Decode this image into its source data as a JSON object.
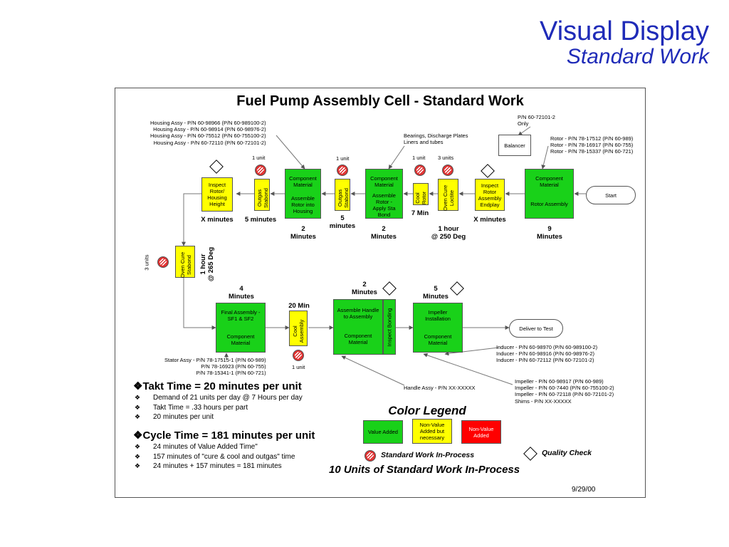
{
  "slide": {
    "title": "Visual Display",
    "subtitle": "Standard Work"
  },
  "diagram": {
    "title": "Fuel Pump Assembly Cell - Standard Work",
    "date": "9/29/00",
    "start": "Start",
    "deliver": "Deliver to Test",
    "balancer": "Balancer",
    "balancer_note": [
      "P/N 60-72101-2",
      "Only"
    ],
    "housing_parts": [
      "Housing Assy - P/N 60-98966 (P/N 60-989100-2)",
      "Housing Assy - P/N 60-98914 (P/N 60-98976-2)",
      "Housing Assy - P/N 60-75512 (P/N 60-755100-2)",
      "Housing Assy - P/N 60-72110 (P/N 60-72101-2)"
    ],
    "bearings_note": [
      "Bearings, Discharge Plates",
      "Liners and tubes"
    ],
    "rotor_parts": [
      "Rotor - P/N 78-17512 (P/N 60-989)",
      "Rotor - P/N 78-16917 (P/N 60-755)",
      "Rotor - P/N 78-15337 (P/N 60-721)"
    ],
    "stator_parts": [
      "Stator Assy - P/N 78-17515-1 (P/N 60-989)",
      "P/N 78-16923 (P/N 60-755)",
      "P/N 78-15341-1 (P/N 60-721)"
    ],
    "inducer_parts": [
      "Inducer - P/N 60-98970 (P/N 60-989100-2)",
      "Inducer - P/N 60-98916 (P/N 60-98976-2)",
      "Inducer - P/N 60-72112 (P/N 60-72101-2)"
    ],
    "impeller_parts": [
      "Impeller - P/N 60-98917 (P/N 60-989)",
      "Impeller - P/N 60-7440 (P/N 60-755100-2)",
      "Impeller - P/N 60-72118 (P/N 60-72101-2)",
      "Shims - P/N XX-XXXXX"
    ],
    "handle_note": "Handle Assy - P/N XX-XXXXX",
    "boxes": {
      "inspect_housing": [
        "Inspect",
        "Rotor/",
        "Housing",
        "Height"
      ],
      "outgas1": [
        "Outgas",
        "Stabond"
      ],
      "assemble_rotor_housing_top": [
        "Component",
        "Material"
      ],
      "assemble_rotor_housing_bottom": [
        "Assemble",
        "Rotor into",
        "Housing"
      ],
      "outgas2": [
        "Outgas",
        "Stabond"
      ],
      "apply_sta_top": [
        "Component",
        "Material"
      ],
      "apply_sta_bottom": [
        "Assemble",
        "Rotor -",
        "Apply Sta",
        "Bond"
      ],
      "cool_rotor": [
        "Cool",
        "Rotor"
      ],
      "oven_loctite": [
        "Oven Cure",
        "Loctite"
      ],
      "inspect_endplay": [
        "Inspect",
        "Rotor",
        "Assembly",
        "Endplay"
      ],
      "rotor_assembly_top": [
        "Component",
        "Material"
      ],
      "rotor_assembly_bottom": "Rotor Assembly",
      "oven_stabond": [
        "Oven Cure",
        "Stabond"
      ],
      "final_assembly_top": [
        "Final Assembly -",
        "SF1 & SF2"
      ],
      "final_assembly_bottom": [
        "Component",
        "Material"
      ],
      "cool_assembly": [
        "Cool",
        "Assembly"
      ],
      "handle_top": [
        "Assemble Handle",
        "to Assembly"
      ],
      "handle_bottom": [
        "Component",
        "Material"
      ],
      "inspect_bonding": "Inspect Bonding",
      "impeller_top": [
        "Impeller",
        "Installation"
      ],
      "impeller_bottom": [
        "Component",
        "Material"
      ]
    },
    "times": {
      "inspect_housing": "X minutes",
      "outgas1": "5 minutes",
      "assemble_housing": [
        "2",
        "Minutes"
      ],
      "outgas2": [
        "5",
        "minutes"
      ],
      "apply_sta": [
        "2",
        "Minutes"
      ],
      "cool_rotor": "7 Min",
      "oven_loctite": [
        "1 hour",
        "@ 250 Deg"
      ],
      "inspect_endplay": "X minutes",
      "rotor_assembly": [
        "9",
        "Minutes"
      ],
      "oven_stabond": [
        "1 hour",
        "@ 265 Deg"
      ],
      "final_assembly": [
        "4",
        "Minutes"
      ],
      "cool_assembly": "20 Min",
      "handle": [
        "2",
        "Minutes"
      ],
      "impeller": [
        "5",
        "Minutes"
      ]
    },
    "units": {
      "outgas1": "1 unit",
      "outgas2": "1 unit",
      "cool_rotor": "1 unit",
      "oven_loctite": "3 units",
      "oven_stabond": "3 units",
      "cool_assembly": "1 unit"
    }
  },
  "takt": {
    "heading": "Takt Time = 20 minutes per unit",
    "items": [
      "Demand of 21 units per day @ 7 Hours per day",
      "Takt Time = .33 hours per part",
      "20 minutes per unit"
    ]
  },
  "cycle": {
    "heading": "Cycle Time = 181 minutes per unit",
    "items": [
      "24 minutes of Value Added Time\"",
      "157 minutes of \"cure & cool and outgas\" time",
      "24 minutes + 157 minutes = 181 minutes"
    ]
  },
  "legend": {
    "title": "Color Legend",
    "value_added": "Value Added",
    "nva_necessary": [
      "Non-Value",
      "Added but",
      "necessary"
    ],
    "nva": [
      "Non-Value",
      "Added"
    ],
    "wip_label": "Standard Work In-Process",
    "quality_label": "Quality Check",
    "total_wip": "10 Units of Standard Work In-Process"
  },
  "colors": {
    "value_added": "#19d119",
    "nva_necessary": "#ffff00",
    "nva": "#ff0000",
    "title": "#1f2bb8"
  },
  "bullet_marker": "❖"
}
